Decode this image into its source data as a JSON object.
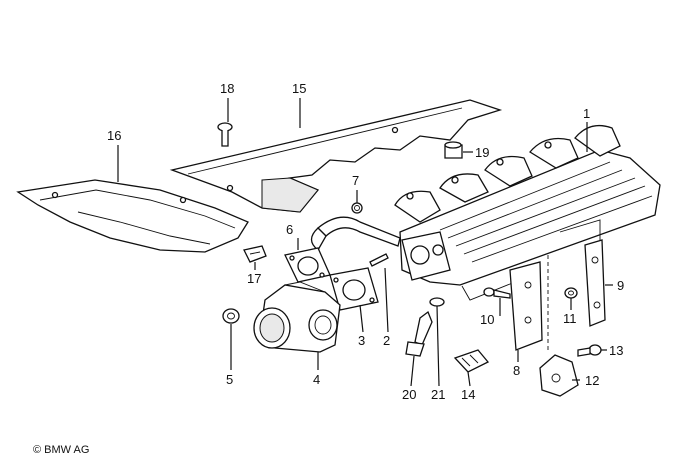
{
  "copyright": "© BMW AG",
  "callouts": {
    "c1": "1",
    "c2": "2",
    "c3": "3",
    "c4": "4",
    "c5": "5",
    "c6": "6",
    "c7": "7",
    "c8": "8",
    "c9": "9",
    "c10": "10",
    "c11": "11",
    "c12": "12",
    "c13": "13",
    "c14": "14",
    "c15": "15",
    "c16": "16",
    "c17": "17",
    "c18": "18",
    "c19": "19",
    "c20": "20",
    "c21": "21"
  }
}
